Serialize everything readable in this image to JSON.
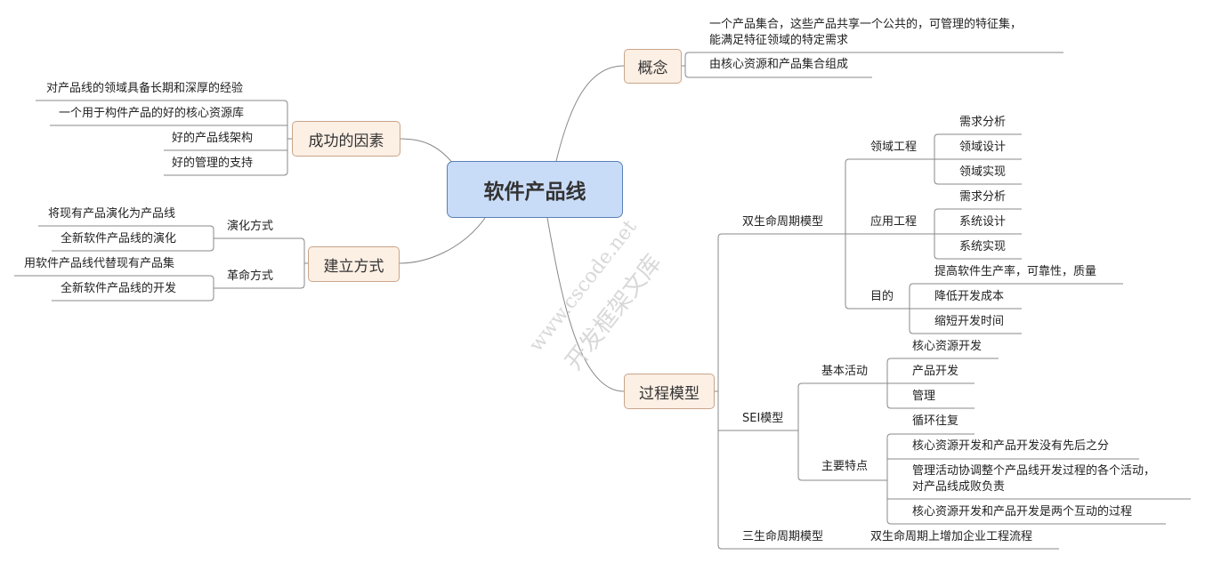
{
  "root": "软件产品线",
  "watermark": {
    "line1": "www.cscode.net",
    "line2": "开发框架文库"
  },
  "concept": {
    "label": "概念",
    "items": [
      "一个产品集合，这些产品共享一个公共的，可管理的特征集，",
      "能满足特征领域的特定需求",
      "由核心资源和产品集合组成"
    ]
  },
  "success": {
    "label": "成功的因素",
    "items": [
      "对产品线的领域具备长期和深厚的经验",
      "一个用于构件产品的好的核心资源库",
      "好的产品线架构",
      "好的管理的支持"
    ]
  },
  "establish": {
    "label": "建立方式",
    "evolution": {
      "label": "演化方式",
      "items": [
        "将现有产品演化为产品线",
        "全新软件产品线的演化"
      ]
    },
    "revolution": {
      "label": "革命方式",
      "items": [
        "用软件产品线代替现有产品集",
        "全新软件产品线的开发"
      ]
    }
  },
  "process": {
    "label": "过程模型",
    "dual": {
      "label": "双生命周期模型",
      "domain": {
        "label": "领域工程",
        "items": [
          "需求分析",
          "领域设计",
          "领域实现"
        ]
      },
      "application": {
        "label": "应用工程",
        "items": [
          "需求分析",
          "系统设计",
          "系统实现"
        ]
      },
      "goal": {
        "label": "目的",
        "items": [
          "提高软件生产率，可靠性，质量",
          "降低开发成本",
          "缩短开发时间"
        ]
      }
    },
    "sei": {
      "label": "SEI模型",
      "basic": {
        "label": "基本活动",
        "items": [
          "核心资源开发",
          "产品开发",
          "管理"
        ]
      },
      "features": {
        "label": "主要特点",
        "items": [
          "循环往复",
          "核心资源开发和产品开发没有先后之分",
          "管理活动协调整个产品线开发过程的各个活动，",
          "对产品线成败负责",
          "核心资源开发和产品开发是两个互动的过程"
        ]
      }
    },
    "triple": {
      "label": "三生命周期模型",
      "items": [
        "双生命周期上增加企业工程流程"
      ]
    }
  }
}
